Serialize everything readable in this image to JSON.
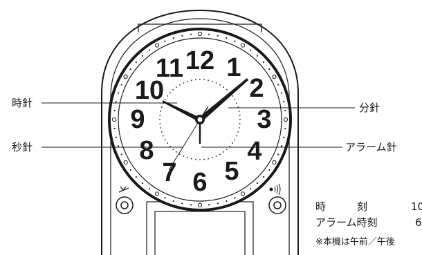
{
  "clock": {
    "numerals": [
      "12",
      "1",
      "2",
      "3",
      "4",
      "5",
      "6",
      "7",
      "8",
      "9",
      "10",
      "11"
    ]
  },
  "labels": {
    "hour_hand": "時針",
    "second_hand": "秒針",
    "minute_hand": "分針",
    "alarm_hand": "アラーム針"
  },
  "buttons": {
    "left_icon": "alarm-off-icon",
    "right_icon": "alarm-sound-icon"
  },
  "spec": {
    "time_label": "時　　　刻",
    "time_value": "10",
    "alarm_label": "アラーム時刻",
    "alarm_value": "6",
    "note": "※本機は午前／午後"
  }
}
